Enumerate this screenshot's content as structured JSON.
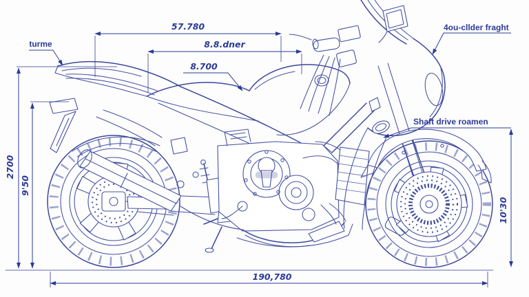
{
  "title": "Motorcycle technical blueprint drawing",
  "colors": {
    "background": "#fdfdfe",
    "drawing_line": "#4450a0",
    "dimension_line": "#2c3b96"
  },
  "dimensions": {
    "top_length": "57.780",
    "mid_length": "8.8.dner",
    "tank": "8.700",
    "wheelbase": "190,780",
    "overall_height": "2700",
    "rear_height": "9'50",
    "front_height": "10'30"
  },
  "callouts": {
    "tail": "turme",
    "windshield": "4ou-cllder fraght",
    "shaft": "Shaft drive roamen"
  }
}
